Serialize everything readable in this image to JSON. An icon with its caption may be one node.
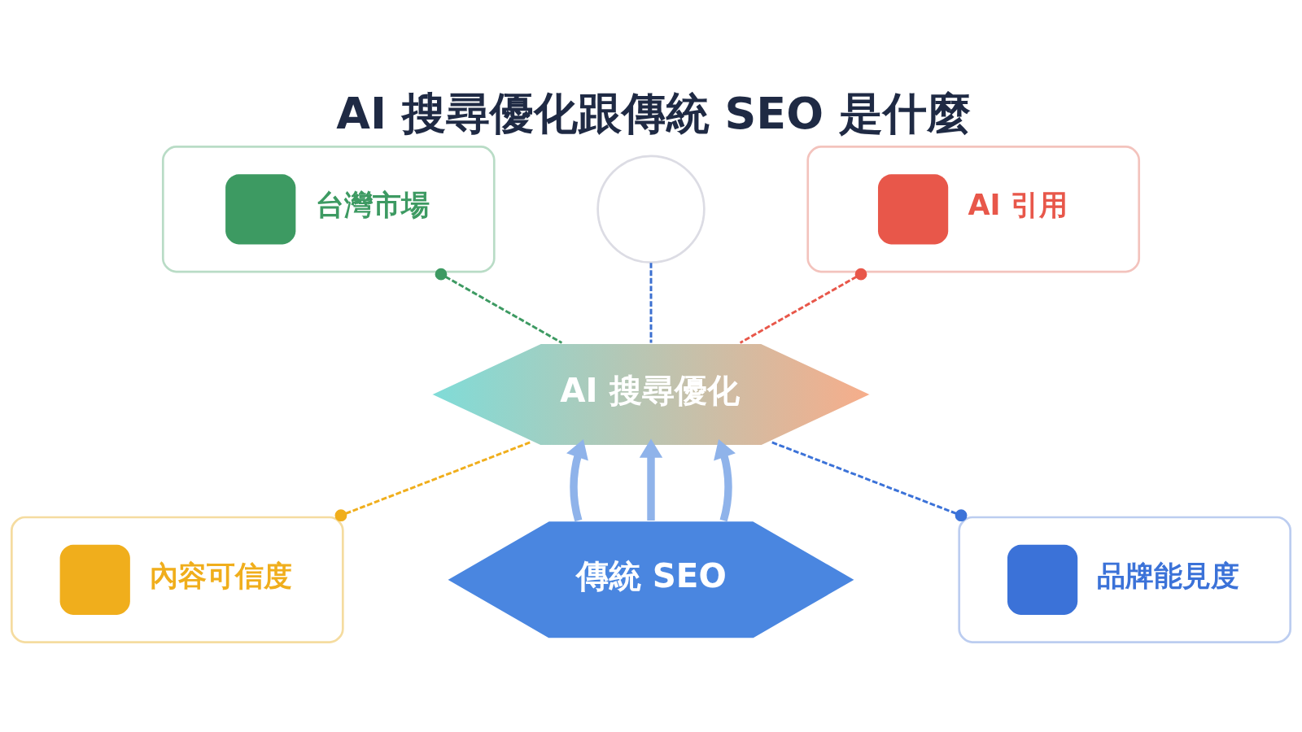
{
  "diagram": {
    "title": "AI 搜尋優化跟傳統 SEO 是什麼",
    "nodes": [
      {
        "text": [
          "台灣市場"
        ]
      },
      {
        "text": [],
        "shape": "circle"
      },
      {
        "text": [
          "AI 引用"
        ]
      },
      {
        "text": [
          "AI 搜尋優化"
        ]
      },
      {
        "text": [
          "內容可信度"
        ]
      },
      {
        "text": [
          "傳統 SEO"
        ]
      },
      {
        "text": [
          "品牌能見度"
        ]
      }
    ],
    "edges": [
      {
        "from": 0,
        "to": 3,
        "arrow": "other",
        "style": "dashed",
        "color": "#3d9a62"
      },
      {
        "from": 1,
        "to": 3,
        "arrow": "none",
        "style": "dashed",
        "color": "#3b6fd0"
      },
      {
        "from": 2,
        "to": 3,
        "arrow": "other",
        "style": "dashed",
        "color": "#e8574a"
      },
      {
        "from": 4,
        "to": 3,
        "arrow": "other",
        "style": "dashed",
        "color": "#f0ae1c"
      },
      {
        "from": 6,
        "to": 3,
        "arrow": "other",
        "style": "dashed",
        "color": "#3b72d8"
      },
      {
        "from": 5,
        "to": 3,
        "arrow": "to",
        "style": "thick",
        "color": "#8fb3ea"
      },
      {
        "from": 5,
        "to": 3,
        "arrow": "to",
        "style": "thick",
        "color": "#8fb3ea"
      },
      {
        "from": 5,
        "to": 3,
        "arrow": "to",
        "style": "thick",
        "color": "#8fb3ea"
      }
    ]
  }
}
